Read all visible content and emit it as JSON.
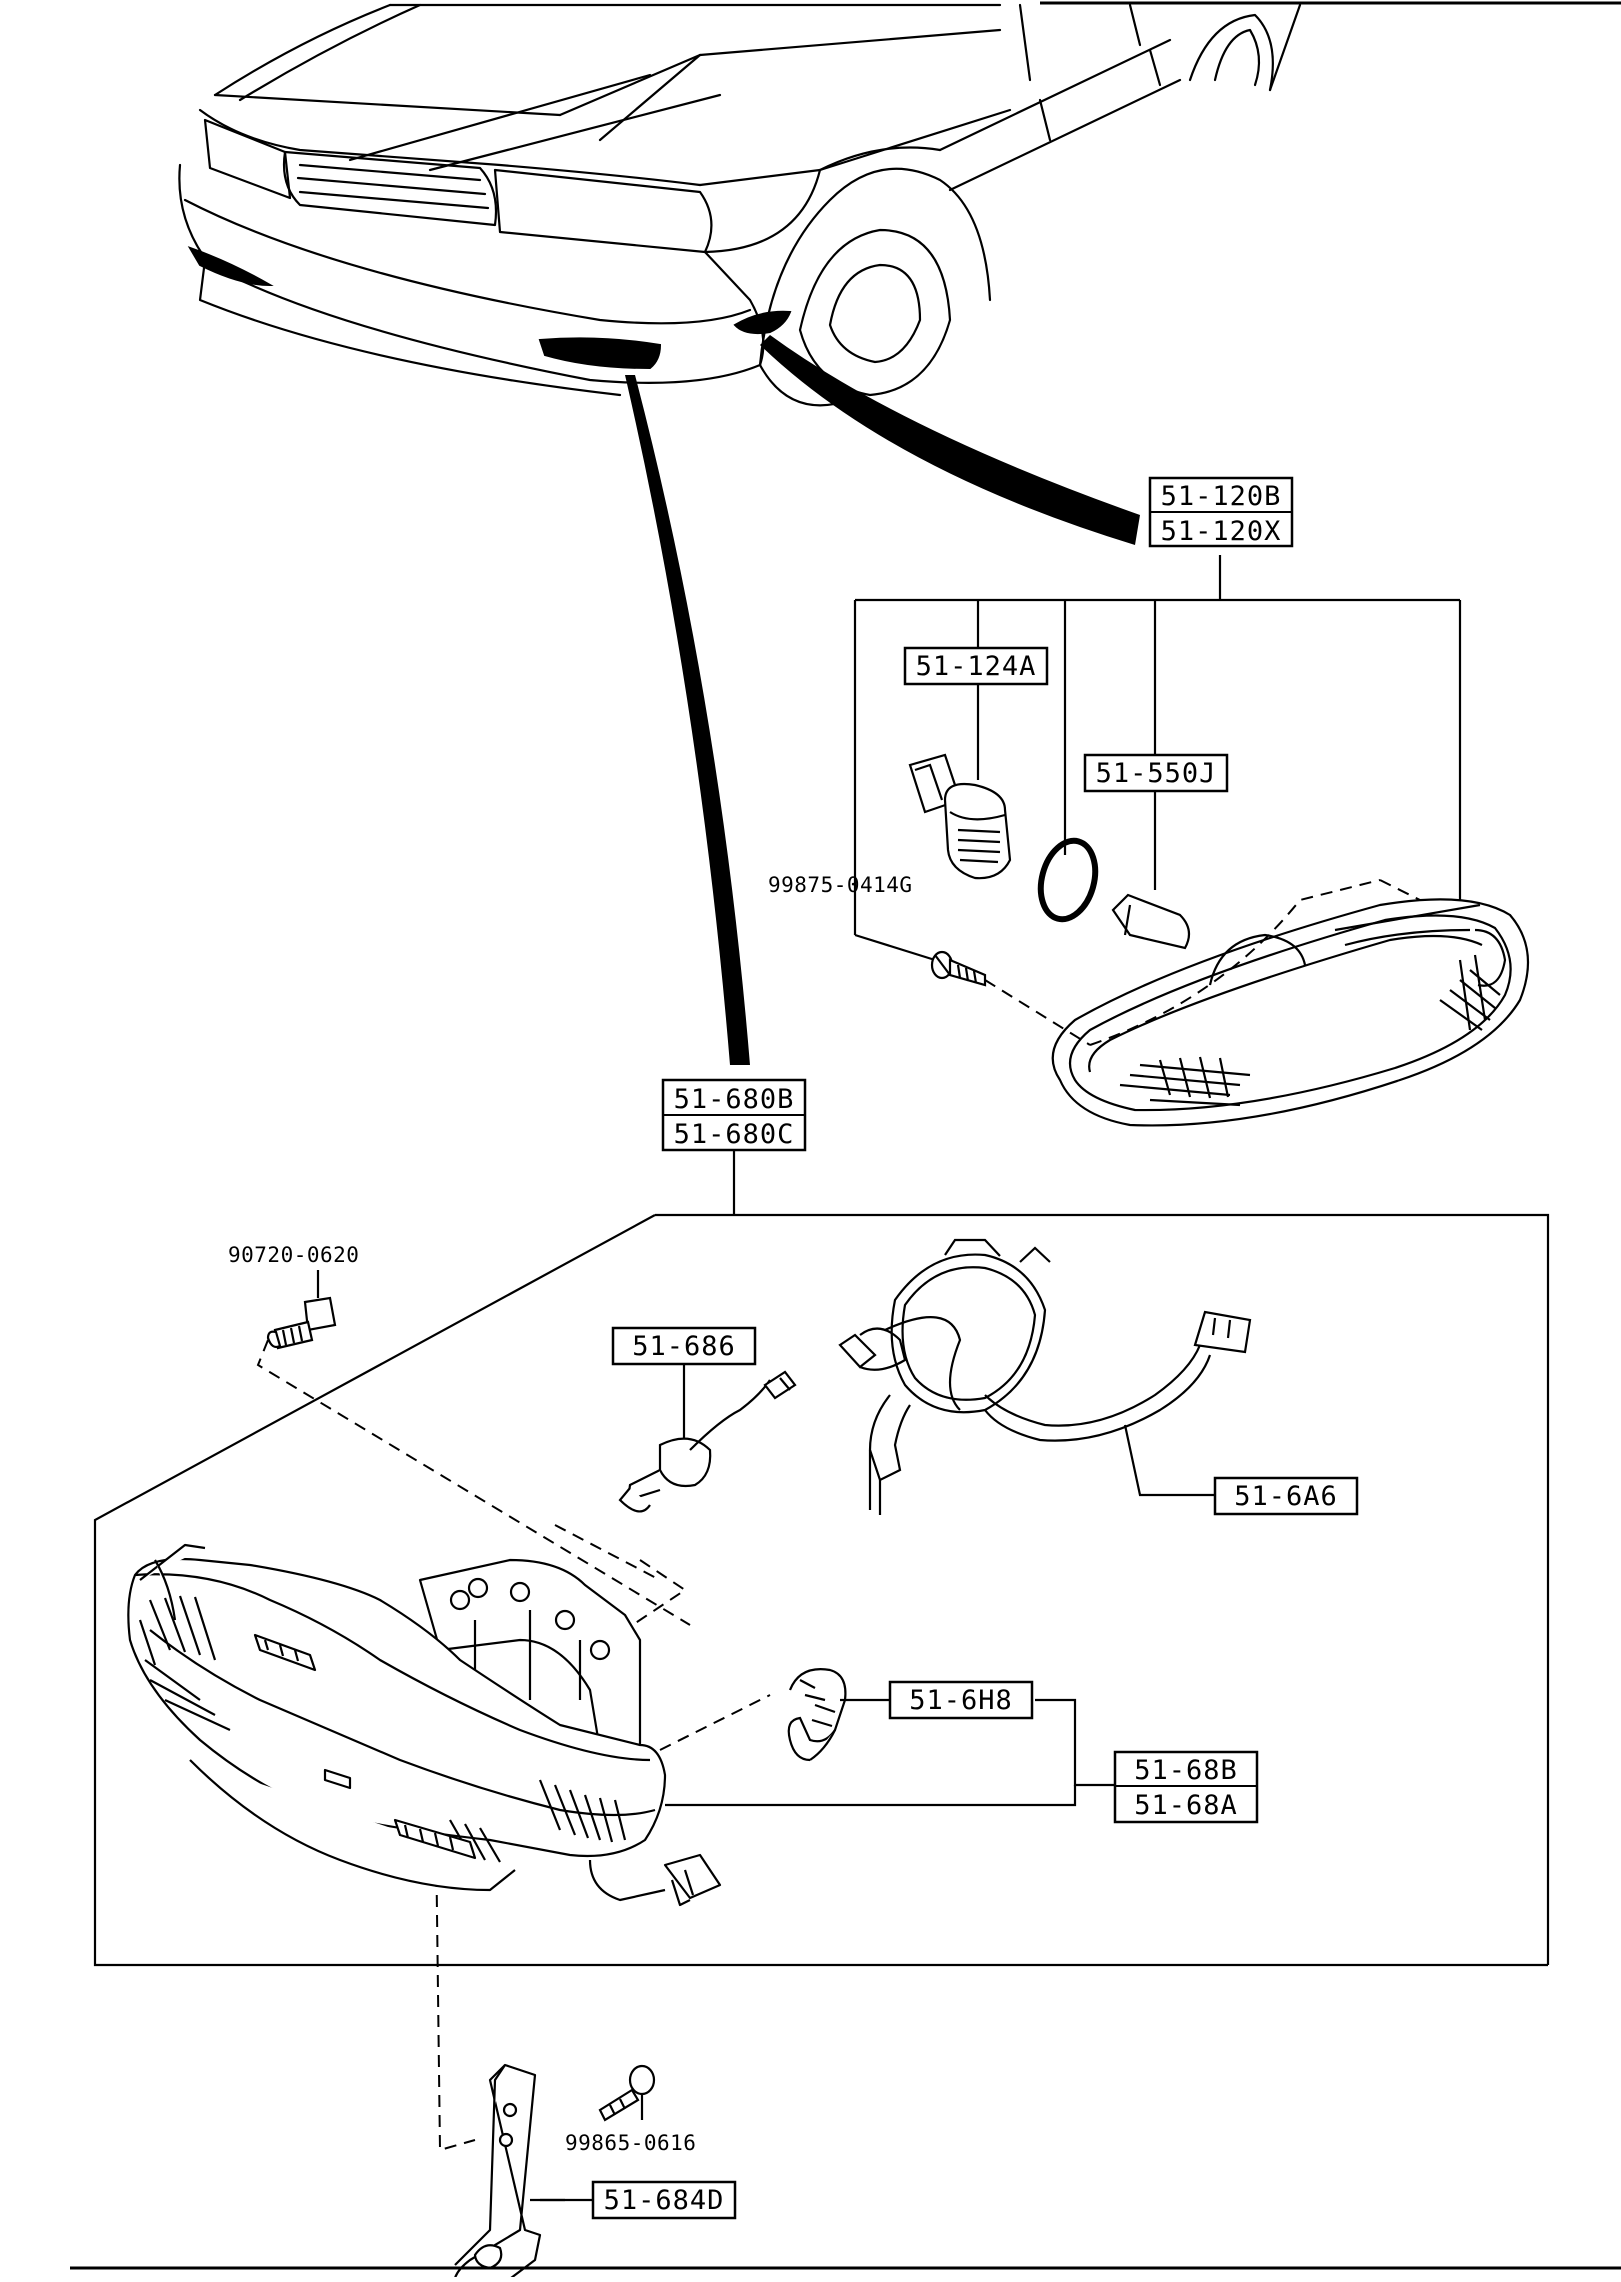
{
  "callouts": {
    "side_marker_1": "51-120B",
    "side_marker_2": "51-120X",
    "socket": "51-124A",
    "bulb": "51-550J",
    "screw_marker": "99875-0414G",
    "fog_lamp_1": "51-680B",
    "fog_lamp_2": "51-680C",
    "bolt_top": "90720-0620",
    "fog_bulb": "51-686",
    "harness": "51-6A6",
    "cap": "51-6H8",
    "adjust_1": "51-68B",
    "adjust_2": "51-68A",
    "screw_bracket": "99865-0616",
    "bracket": "51-684D"
  }
}
